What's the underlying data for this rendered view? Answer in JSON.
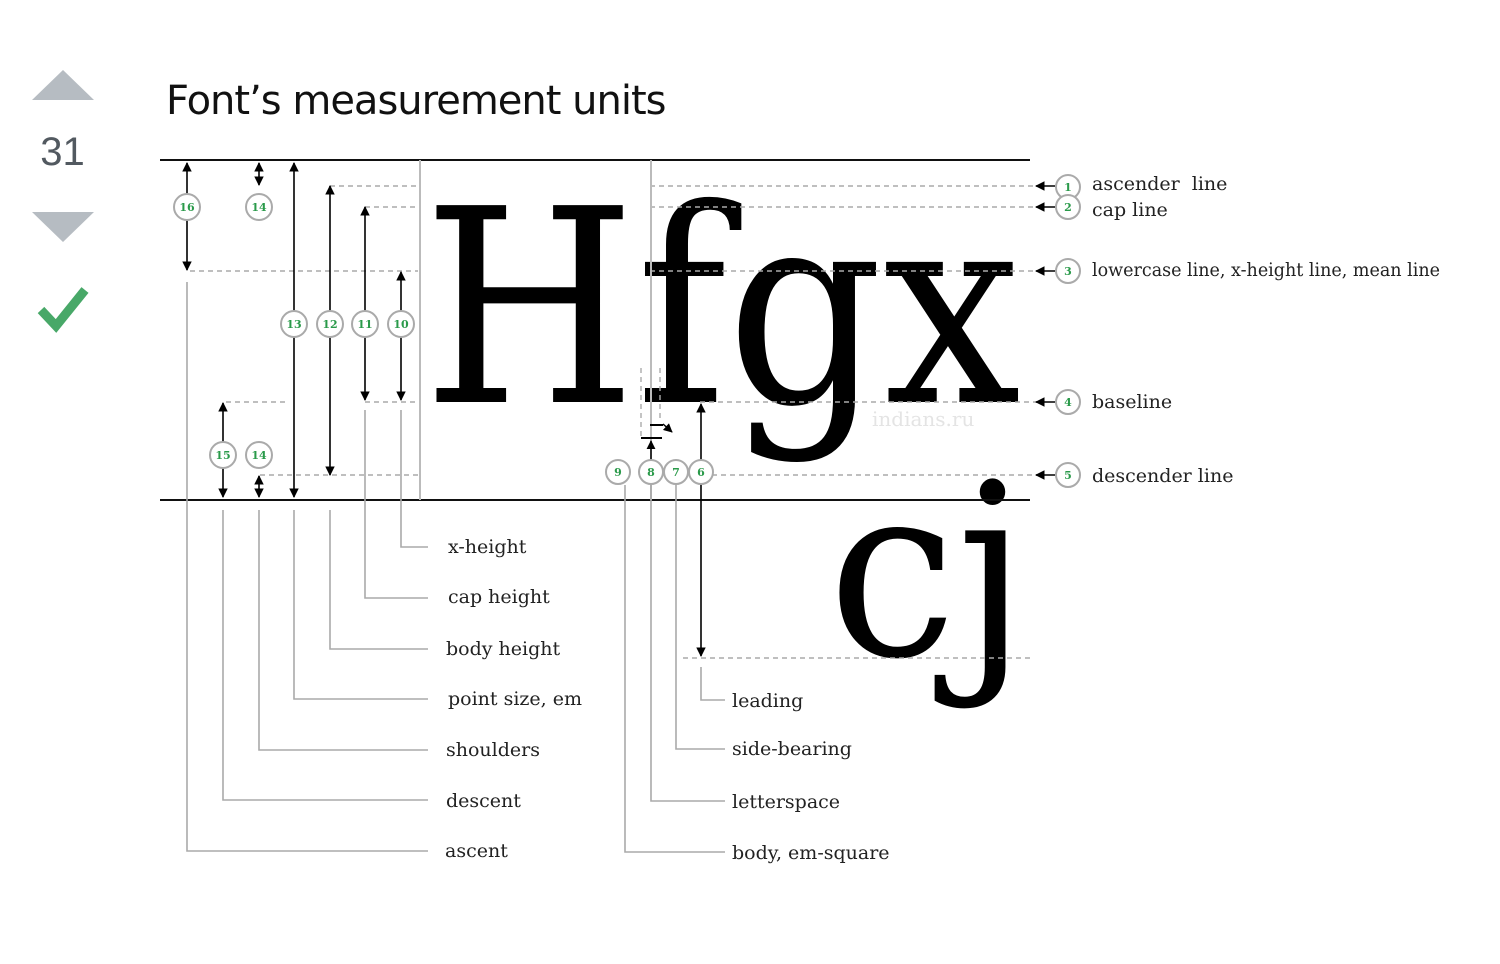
{
  "vote": {
    "count": "31"
  },
  "title": "Font’s measurement units",
  "glyphs": {
    "main": "Hfgx",
    "second": "cj"
  },
  "watermark": "indians.ru",
  "colors": {
    "accent_green": "#2a9a4a",
    "vote_gray": "#b6bcc2",
    "accepted_green": "#48a868"
  },
  "right_labels": [
    {
      "num": "1",
      "text": "ascender  line"
    },
    {
      "num": "2",
      "text": "cap line"
    },
    {
      "num": "3",
      "text": "lowercase line, x-height line, mean line"
    },
    {
      "num": "4",
      "text": "baseline"
    },
    {
      "num": "5",
      "text": "descender line"
    }
  ],
  "left_labels": [
    "x-height",
    "cap height",
    "body height",
    "point size, em",
    "shoulders",
    "descent",
    "ascent"
  ],
  "middle_labels": [
    "leading",
    "side-bearing",
    "letterspace",
    "body, em-square"
  ],
  "left_markers": [
    "16",
    "14",
    "13",
    "12",
    "11",
    "10",
    "15",
    "14"
  ],
  "bottom_markers": [
    "9",
    "8",
    "7",
    "6"
  ]
}
